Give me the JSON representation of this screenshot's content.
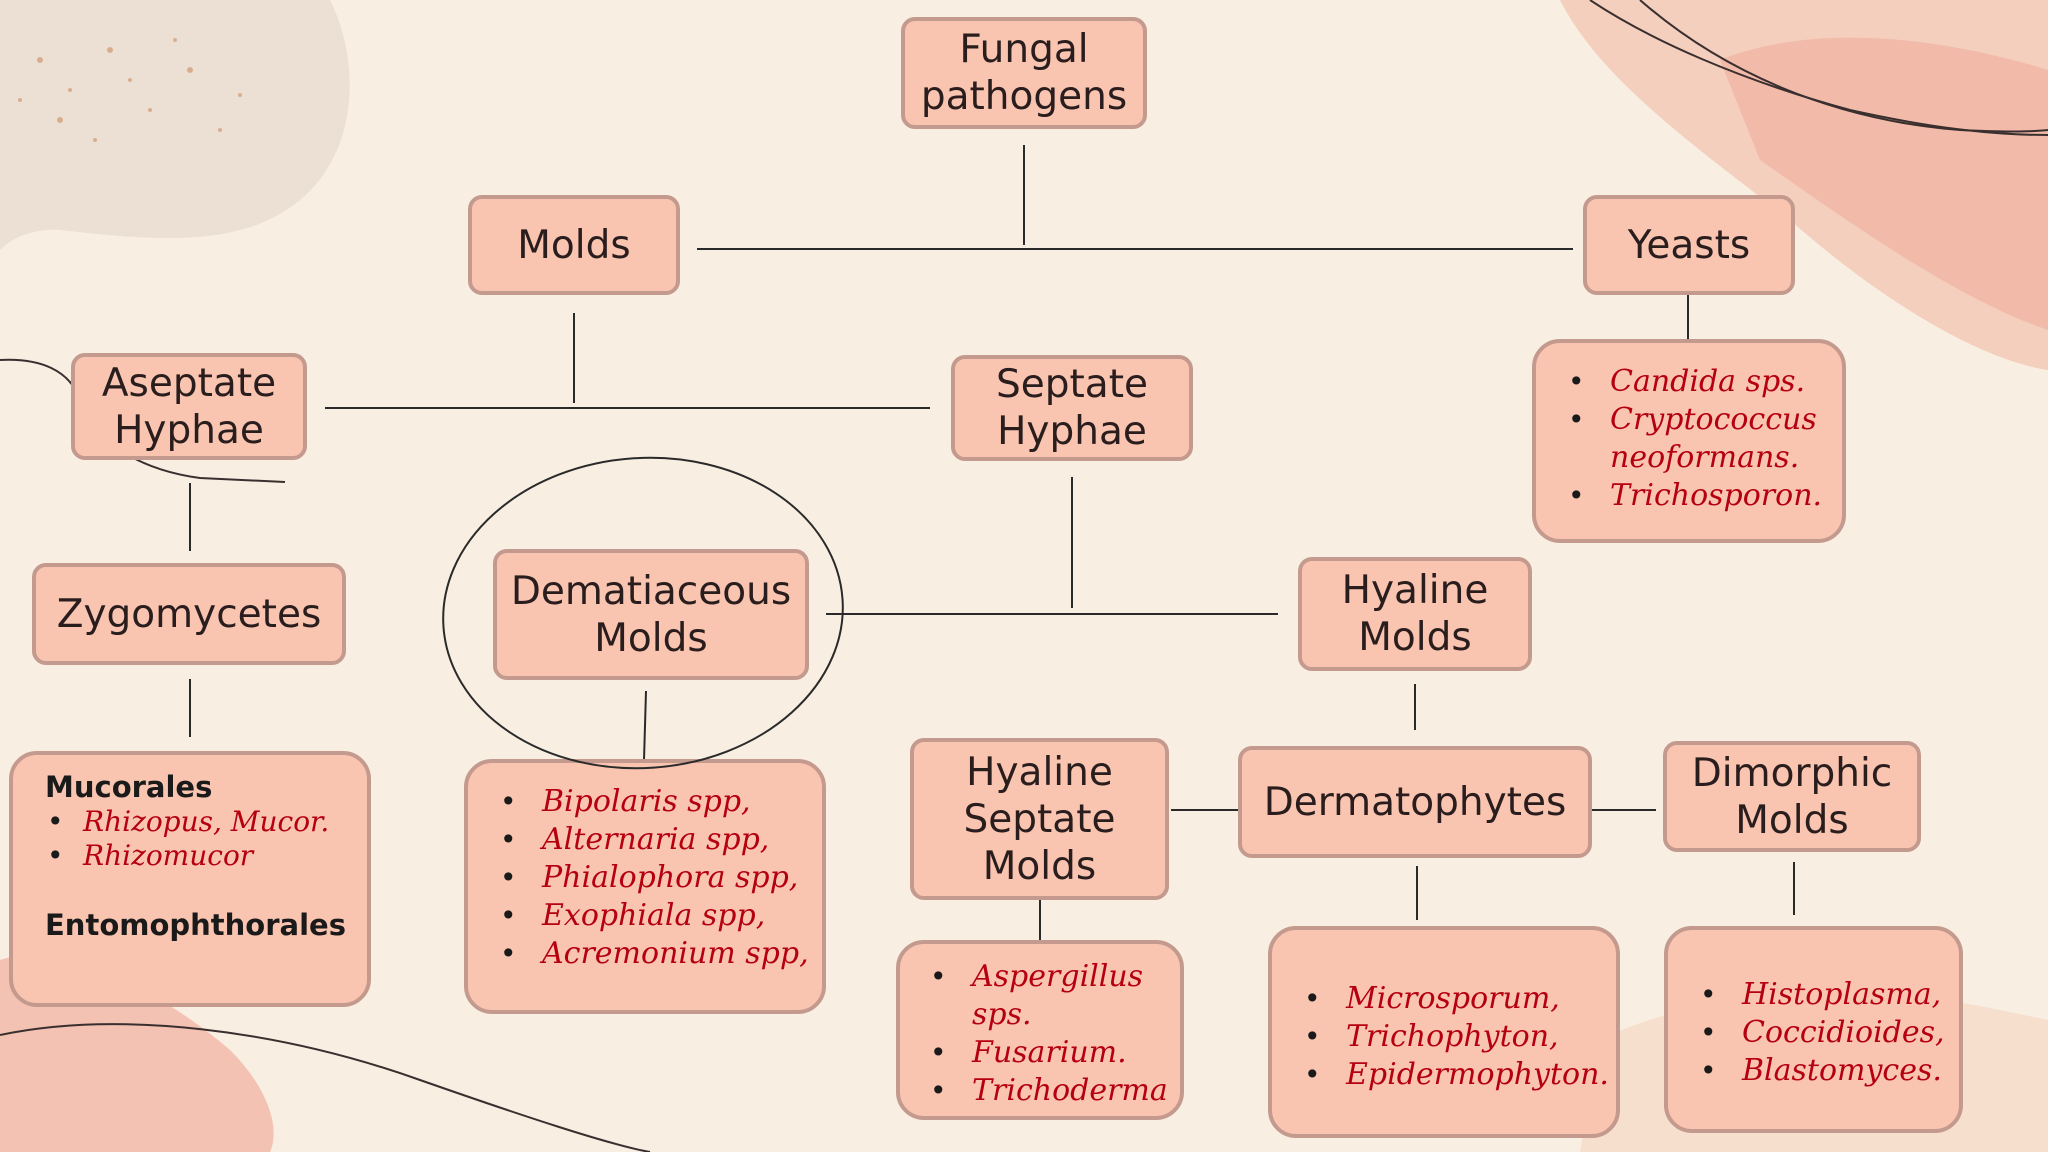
{
  "colors": {
    "background": "#f8eee2",
    "box_fill": "#f9c4b0",
    "box_border": "#c59a8e",
    "list_text": "#b5000f",
    "line": "#2a2a2a"
  },
  "nodes": {
    "fungal_pathogens": "Fungal\npathogens",
    "molds": "Molds",
    "yeasts": "Yeasts",
    "aseptate_hyphae": "Aseptate\nHyphae",
    "septate_hyphae": "Septate\nHyphae",
    "zygomycetes": "Zygomycetes",
    "dematiaceous_molds": "Dematiaceous\nMolds",
    "hyaline_molds": "Hyaline\nMolds",
    "hyaline_septate_molds": "Hyaline\nSeptate\nMolds",
    "dermatophytes": "Dermatophytes",
    "dimorphic_molds": "Dimorphic\nMolds"
  },
  "lists": {
    "yeasts": [
      "Candida sps.",
      "Cryptococcus neoformans.",
      "Trichosporon."
    ],
    "zygomycetes": {
      "group1_title": "Mucorales",
      "group1_items": [
        "Rhizopus, Mucor.",
        "Rhizomucor"
      ],
      "group2_title": "Entomophthorales"
    },
    "dematiaceous": [
      "Bipolaris spp,",
      "Alternaria spp,",
      "Phialophora spp,",
      "Exophiala spp,",
      "Acremonium spp,"
    ],
    "hyaline_septate": [
      "Aspergillus sps.",
      "Fusarium.",
      "Trichoderma"
    ],
    "dermatophytes": [
      "Microsporum,",
      "Trichophyton,",
      "Epidermophyton."
    ],
    "dimorphic": [
      "Histoplasma,",
      "Coccidioides,",
      "Blastomyces."
    ]
  }
}
